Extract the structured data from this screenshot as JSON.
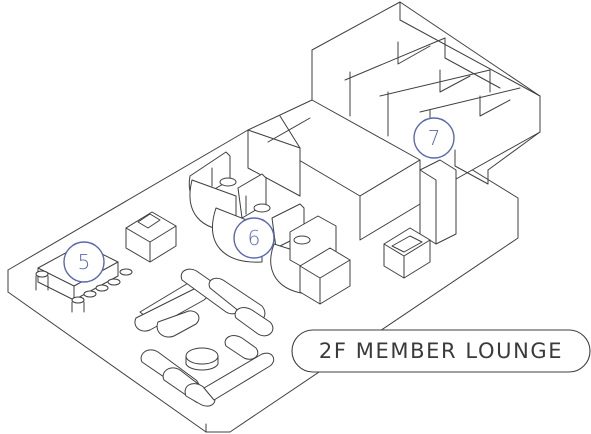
{
  "colors": {
    "line": "#3f3f3f",
    "marker": "#5a68b0",
    "background": "#ffffff"
  },
  "markers": [
    {
      "label": "5"
    },
    {
      "label": "6"
    },
    {
      "label": "7"
    }
  ],
  "floor_label": "2F MEMBER LOUNGE"
}
